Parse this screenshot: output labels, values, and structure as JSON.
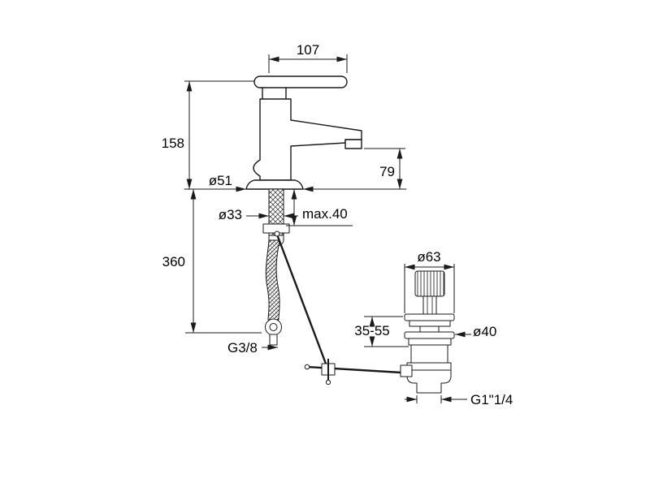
{
  "meta": {
    "background": "#ffffff",
    "line_color": "#1a1a1a",
    "label_color": "#000000"
  },
  "dims": {
    "d107": "107",
    "d158": "158",
    "d79": "79",
    "d51": "ø51",
    "d33": "ø33",
    "dmax40": "max.40",
    "d360": "360",
    "dg38": "G3/8",
    "d3555": "35-55",
    "d63": "ø63",
    "d40": "ø40",
    "dg114": "G1\"1/4"
  }
}
